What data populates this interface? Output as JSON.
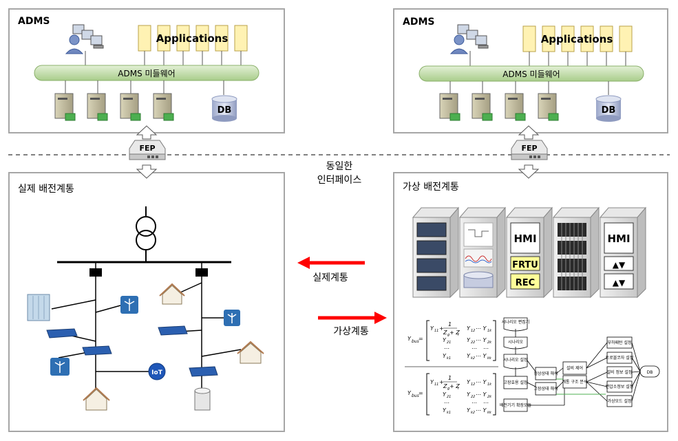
{
  "adms_left": {
    "title": "ADMS",
    "applications_label": "Applications",
    "middleware_label": "ADMS 미들웨어",
    "db_label": "DB"
  },
  "adms_right": {
    "title": "ADMS",
    "applications_label": "Applications",
    "middleware_label": "ADMS 미들웨어",
    "db_label": "DB"
  },
  "fep_left_label": "FEP",
  "fep_right_label": "FEP",
  "center": {
    "same_interface_line1": "동일한",
    "same_interface_line2": "인터페이스",
    "real_arrow_label": "실제계통",
    "virtual_arrow_label": "가상계통"
  },
  "real_system": {
    "title": "실제 배전계통",
    "iot_label": "IoT"
  },
  "virtual_system": {
    "title": "가상 배전계통",
    "hmi_label_1": "HMI",
    "hmi_label_2": "HMI",
    "frtu_label": "FRTU",
    "rec_label": "REC",
    "updown_1": "▲▼",
    "updown_2": "▲▼",
    "flow_nodes": {
      "scenario_editor": "시나리오 편집기",
      "scenario": "시나리오",
      "scenario_setting": "시나리오 설정",
      "fault_apply": "고장효용 설정",
      "normal_analysis": "정상상태 해석",
      "fault_analysis": "고장상태 해석",
      "equipment_control": "설비 제어",
      "topology_analysis": "계통 구조 분석",
      "dist_ext": "배전기기 확장모듈",
      "load_pattern": "부하패턴 설정",
      "trouble_relay": "트로블코자 설정",
      "equip_info": "설비 정보 설정",
      "transformer_info": "변압소정보 설정",
      "generator": "가상모드 설정",
      "db": "DB"
    }
  },
  "colors": {
    "middleware_fill": "#c6dfb0",
    "app_fill": "#fff2b3",
    "arrow_red": "#ff0000",
    "frtu_fill": "#ffff99",
    "box_border": "#a6a6a6"
  }
}
